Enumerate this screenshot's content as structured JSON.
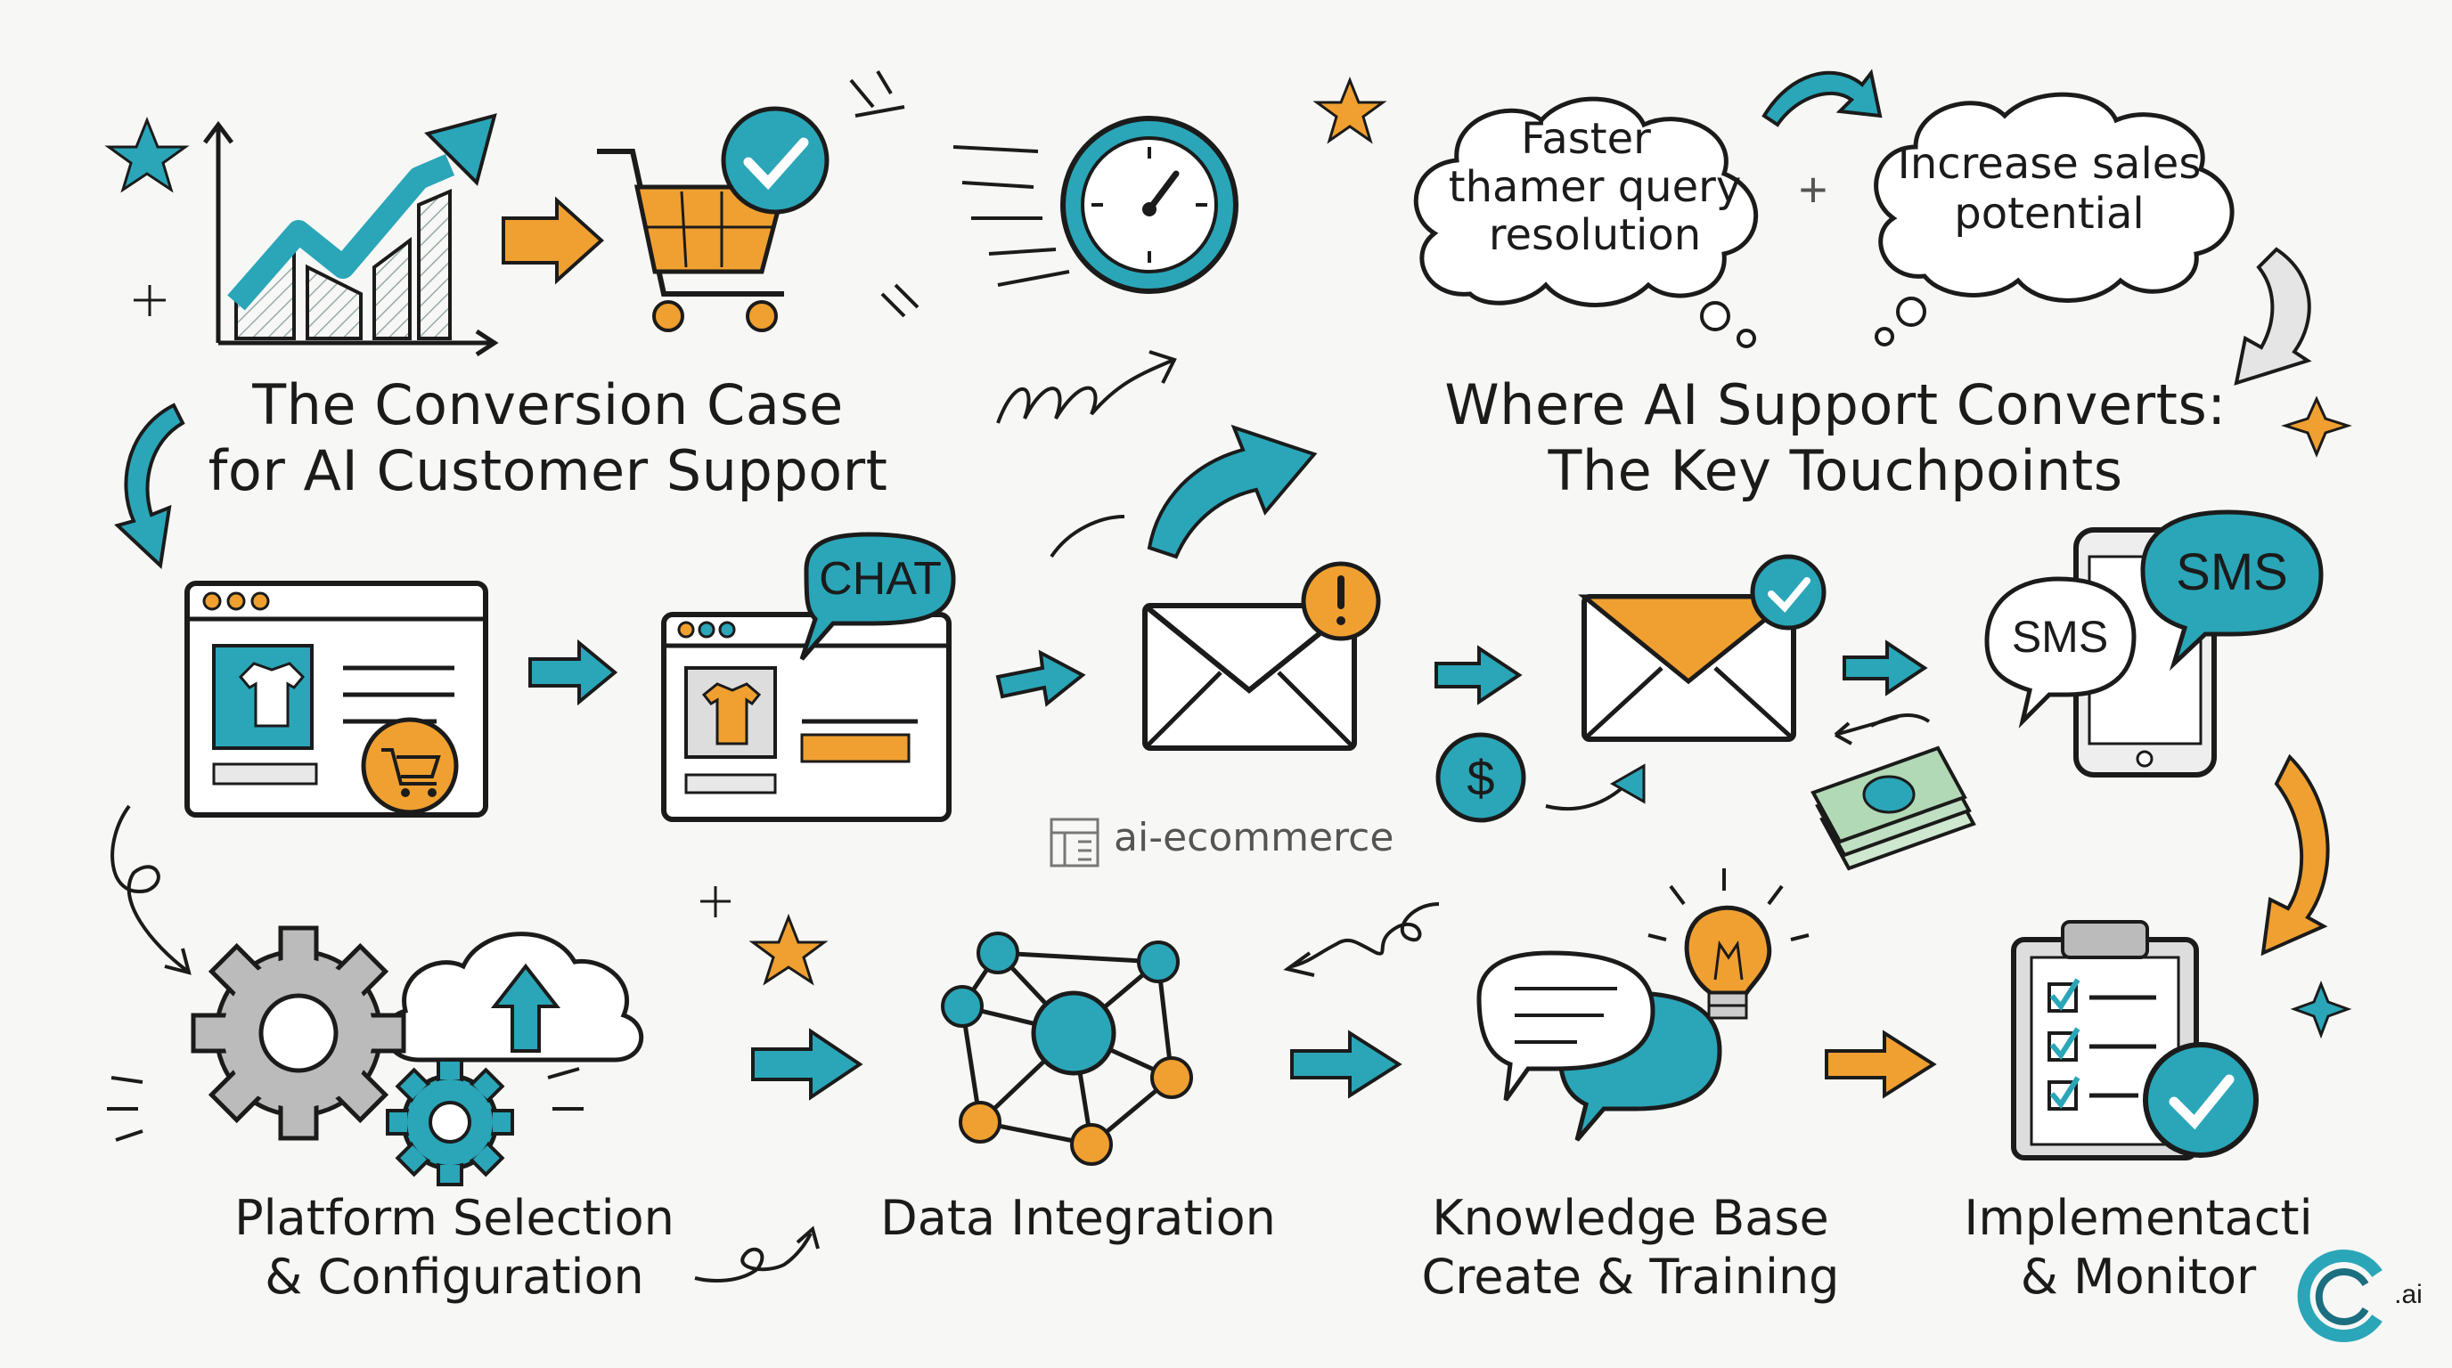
{
  "title_left": {
    "line1": "The Conversion Case",
    "line2": "for AI Customer Support"
  },
  "title_right": {
    "line1": "Where AI Support Converts:",
    "line2": "The Key Touchpoints"
  },
  "thought_left": {
    "line1": "Faster",
    "line2": "thamer query",
    "line3": "resolution"
  },
  "thought_plus": "+",
  "thought_right": {
    "line1": "Increase sales",
    "line2": "potential"
  },
  "chat_bubble": "CHAT",
  "sms_small": "SMS",
  "sms_large": "SMS",
  "dollar_sign": "$",
  "watermark": "ai-ecommerce",
  "steps": [
    {
      "line1": "Platform Selection",
      "line2": "& Configuration"
    },
    {
      "line1": "Data Integration",
      "line2": ""
    },
    {
      "line1": "Knowledge Base",
      "line2": "Create & Training"
    },
    {
      "line1": "Implementacti",
      "line2": "& Monitor"
    }
  ],
  "logo_text": ".ai",
  "colors": {
    "teal": "#2aa6b8",
    "orange": "#f0a030",
    "ink": "#1b1b1b"
  }
}
